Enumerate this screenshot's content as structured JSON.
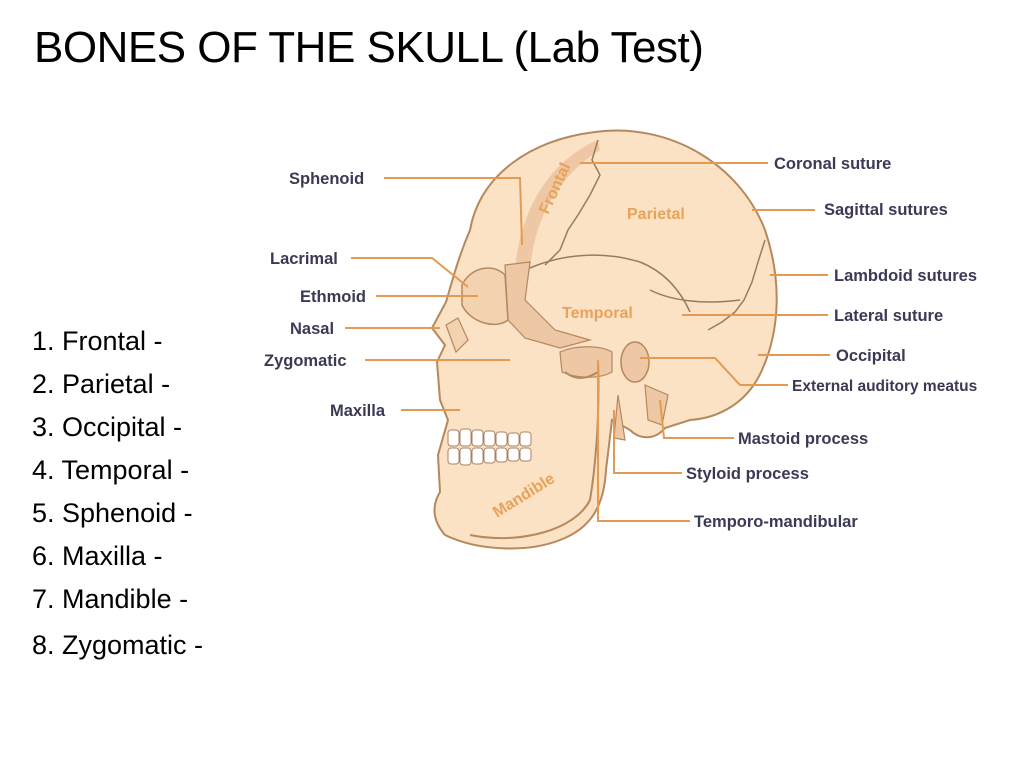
{
  "title": "BONES OF THE SKULL (Lab Test)",
  "bone_list": [
    "1. Frontal -",
    "2. Parietal -",
    "3. Occipital -",
    "4. Temporal -",
    "5. Sphenoid -",
    "6. Maxilla -",
    "7. Mandible -",
    "8. Zygomatic -"
  ],
  "diagram": {
    "bones": {
      "frontal": "Frontal",
      "parietal": "Parietal",
      "temporal": "Temporal",
      "mandible": "Mandible"
    },
    "left_labels": {
      "sphenoid": "Sphenoid",
      "lacrimal": "Lacrimal",
      "ethmoid": "Ethmoid",
      "nasal": "Nasal",
      "zygomatic": "Zygomatic",
      "maxilla": "Maxilla"
    },
    "right_labels": {
      "coronal": "Coronal suture",
      "sagittal": "Sagittal sutures",
      "lambdoid": "Lambdoid sutures",
      "lateral": "Lateral suture",
      "occipital": "Occipital",
      "auditory": "External auditory meatus",
      "mastoid": "Mastoid process",
      "styloid": "Styloid process",
      "tmj": "Temporo-mandibular"
    },
    "colors": {
      "bone": "#fbe2c4",
      "bone_shadow": "#eec8a4",
      "accent": "#e49a52",
      "label": "#3a3a55"
    }
  }
}
